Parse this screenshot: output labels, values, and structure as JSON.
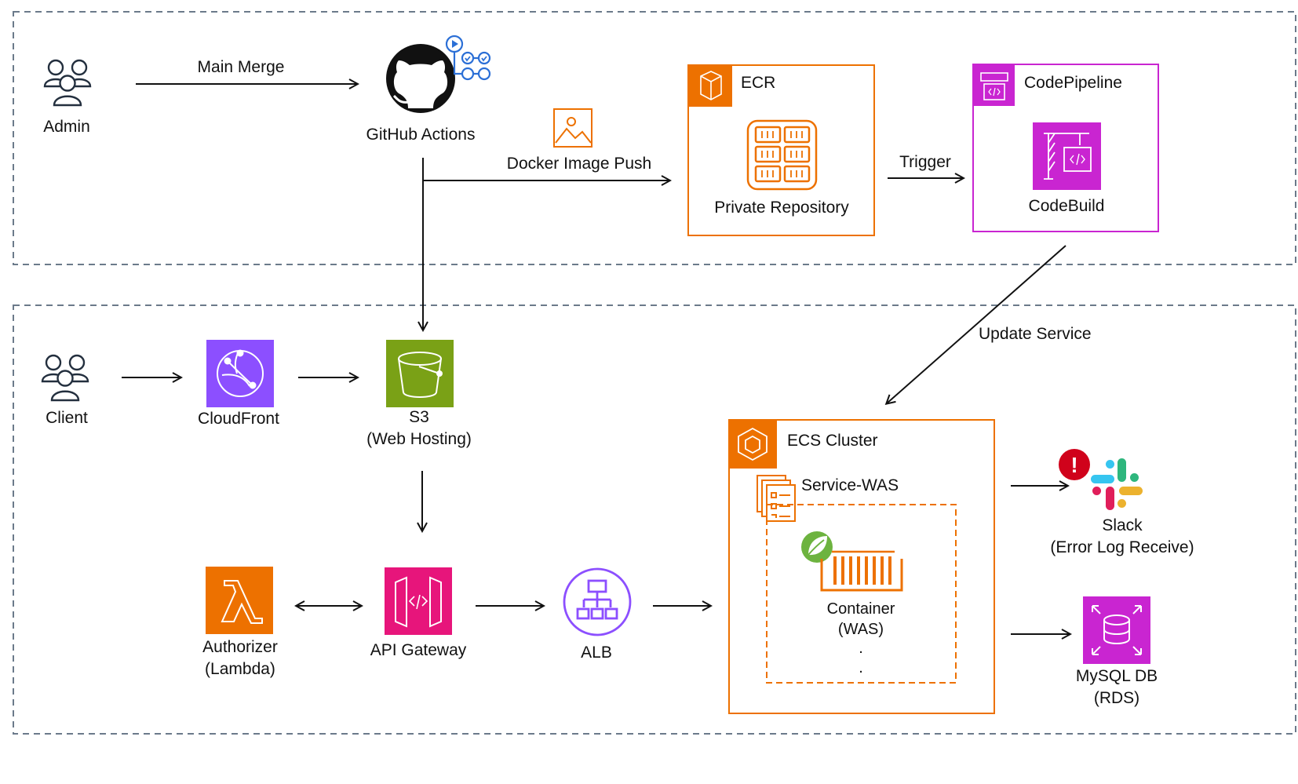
{
  "colors": {
    "ecr_orange": "#ED7100",
    "codepipeline_magenta": "#C925D1",
    "cloudfront_purple": "#8C4FFF",
    "s3_green": "#7AA116",
    "lambda_orange": "#ED7100",
    "apigw_pink": "#E7157B",
    "alb_purple": "#8C4FFF",
    "rds_magenta": "#C925D1",
    "spring_green": "#6DB33F",
    "alert_red": "#D0021B",
    "dashed_border": "#6b7a8a"
  },
  "top": {
    "admin": {
      "label": "Admin",
      "icon": "users-icon"
    },
    "main_merge": "Main Merge",
    "github": {
      "label": "GitHub Actions",
      "icon": "github-icon"
    },
    "docker_push": "Docker Image Push",
    "ecr": {
      "title": "ECR",
      "repo": "Private Repository"
    },
    "trigger": "Trigger",
    "codepipeline": {
      "title": "CodePipeline",
      "build": "CodeBuild"
    },
    "update_service": "Update Service"
  },
  "bottom": {
    "client": "Client",
    "cloudfront": "CloudFront",
    "s3": {
      "line1": "S3",
      "line2": "(Web Hosting)"
    },
    "authorizer": {
      "line1": "Authorizer",
      "line2": "(Lambda)"
    },
    "api_gateway": "API Gateway",
    "alb": "ALB",
    "ecs": {
      "title": "ECS Cluster",
      "service": "Service-WAS",
      "container1": "Container",
      "container2": "(WAS)",
      "dots1": ".",
      "dots2": "."
    },
    "slack": {
      "line1": "Slack",
      "line2": "(Error Log Receive)",
      "alert": "!"
    },
    "mysql": {
      "line1": "MySQL DB",
      "line2": "(RDS)"
    }
  }
}
